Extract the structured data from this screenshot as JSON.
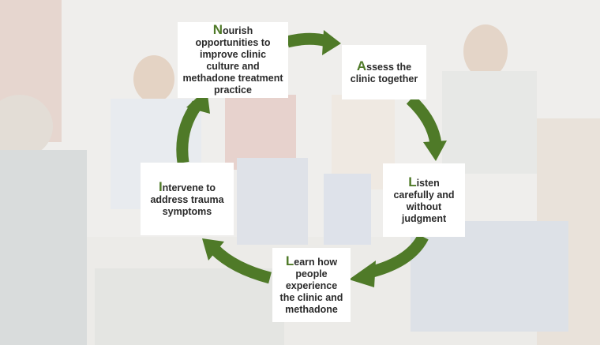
{
  "colors": {
    "accent": "#4f7a28",
    "box_bg": "#ffffff",
    "text": "#2a2a2a"
  },
  "cycle": {
    "steps": [
      {
        "initial": "N",
        "rest": "ourish opportunities to improve clinic culture and methadone treatment practice"
      },
      {
        "initial": "A",
        "rest": "ssess the clinic together"
      },
      {
        "initial": "L",
        "rest": "isten carefully and without judgment"
      },
      {
        "initial": "L",
        "rest": "earn how people experience the clinic and methadone"
      },
      {
        "initial": "I",
        "rest": "ntervene to address trauma symptoms"
      }
    ]
  }
}
